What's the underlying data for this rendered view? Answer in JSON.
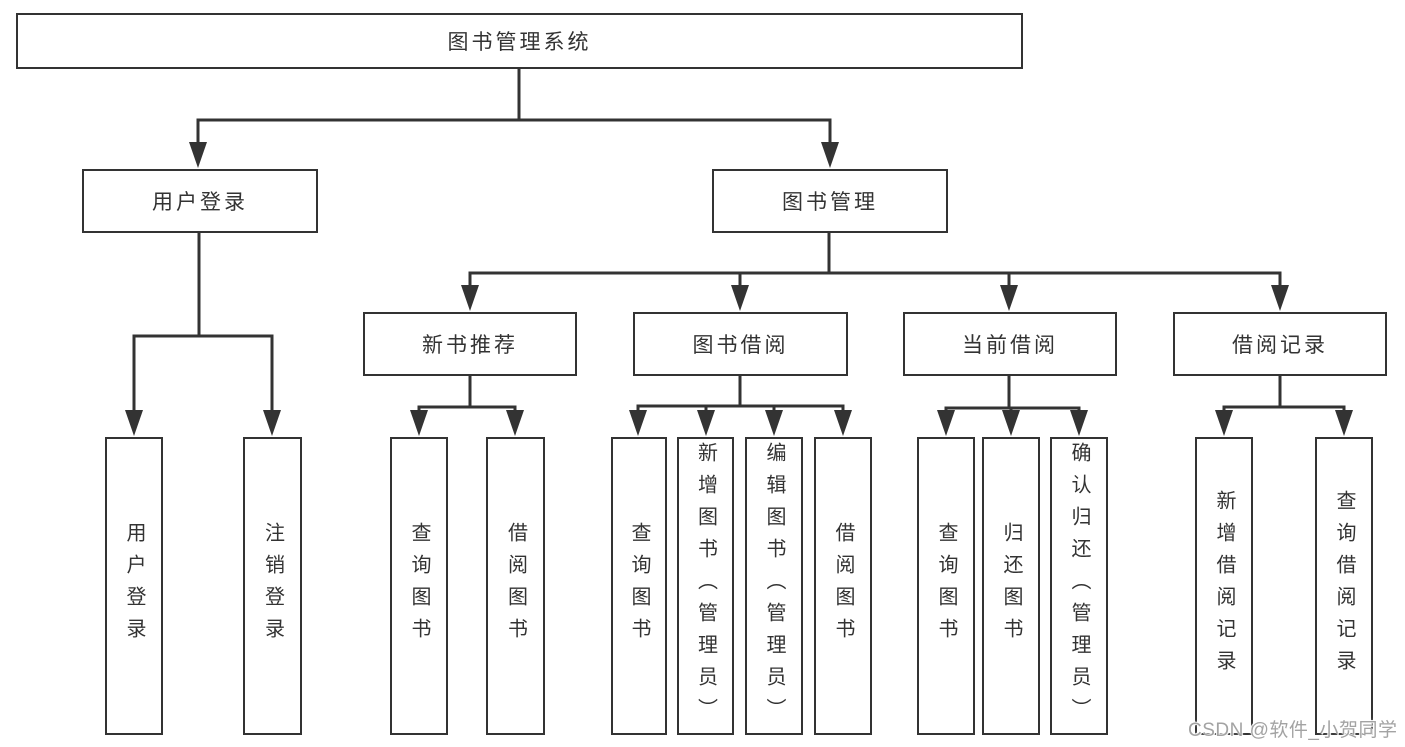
{
  "diagram": {
    "title": "图书管理系统",
    "level2": [
      {
        "label": "用户登录",
        "children": [
          "用户登录",
          "注销登录"
        ]
      },
      {
        "label": "图书管理",
        "groups": [
          {
            "label": "新书推荐",
            "children": [
              "查询图书",
              "借阅图书"
            ]
          },
          {
            "label": "图书借阅",
            "children": [
              "查询图书",
              "新增图书（管理员）",
              "编辑图书（管理员）",
              "借阅图书"
            ]
          },
          {
            "label": "当前借阅",
            "children": [
              "查询图书",
              "归还图书",
              "确认归还（管理员）"
            ]
          },
          {
            "label": "借阅记录",
            "children": [
              "新增借阅记录",
              "查询借阅记录"
            ]
          }
        ]
      }
    ],
    "line_color": "#333333"
  },
  "watermark": "CSDN @软件_小贺同学"
}
